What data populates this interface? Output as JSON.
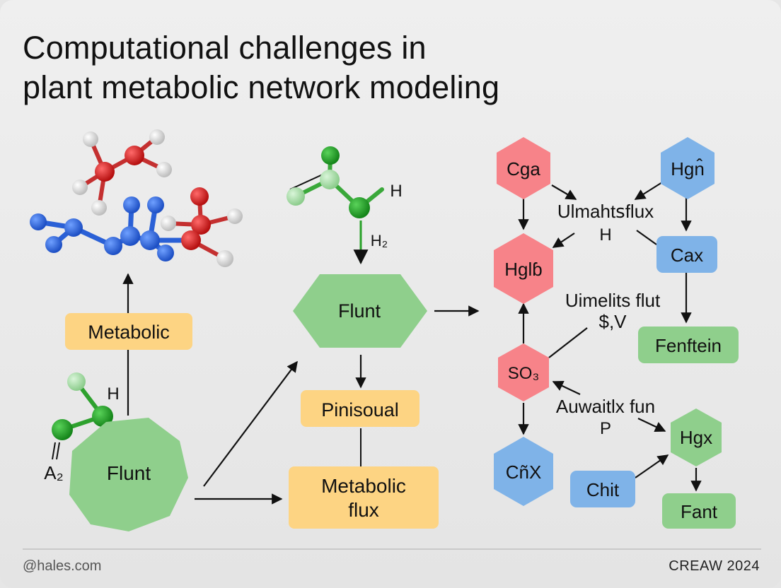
{
  "title": {
    "line1": "Computational challenges in",
    "line2": "plant metabolic network modeling"
  },
  "colors": {
    "orange": "#fdd483",
    "green": "#8fcf8c",
    "red": "#f78389",
    "blue": "#7fb3e8",
    "molecule_blue": "#2563d9",
    "molecule_red": "#d42020",
    "molecule_green": "#2aa12a"
  },
  "left": {
    "metabolic_label": "Metabolic",
    "flunt_label": "Flunt",
    "h_label": "H",
    "a2_label": "A₂"
  },
  "middle": {
    "h_label": "H",
    "h2_label": "H₂",
    "flunt_label": "Flunt",
    "pinisoual_label": "Pinisoual",
    "metabolic_flux_line1": "Metabolic",
    "metabolic_flux_line2": "flux"
  },
  "right": {
    "cga": "Cga",
    "hgn": "Hgn̂",
    "hglb": "Hglɓ",
    "cax": "Cax",
    "so3": "SO₃",
    "fenftein": "Fenftein",
    "cnx": "CñX",
    "hgx": "Hɡx",
    "chit": "Chit",
    "fant": "Fant",
    "ann1_line1": "Ulmahtꜱflux",
    "ann1_line2": "H",
    "ann2_line1": "Uimelits flut",
    "ann2_line2": "$,V",
    "ann3_line1": "Auwaitlx fun",
    "ann3_line2": "P"
  },
  "footer": {
    "left": "@hales.com",
    "right": "CREAW 2024"
  }
}
